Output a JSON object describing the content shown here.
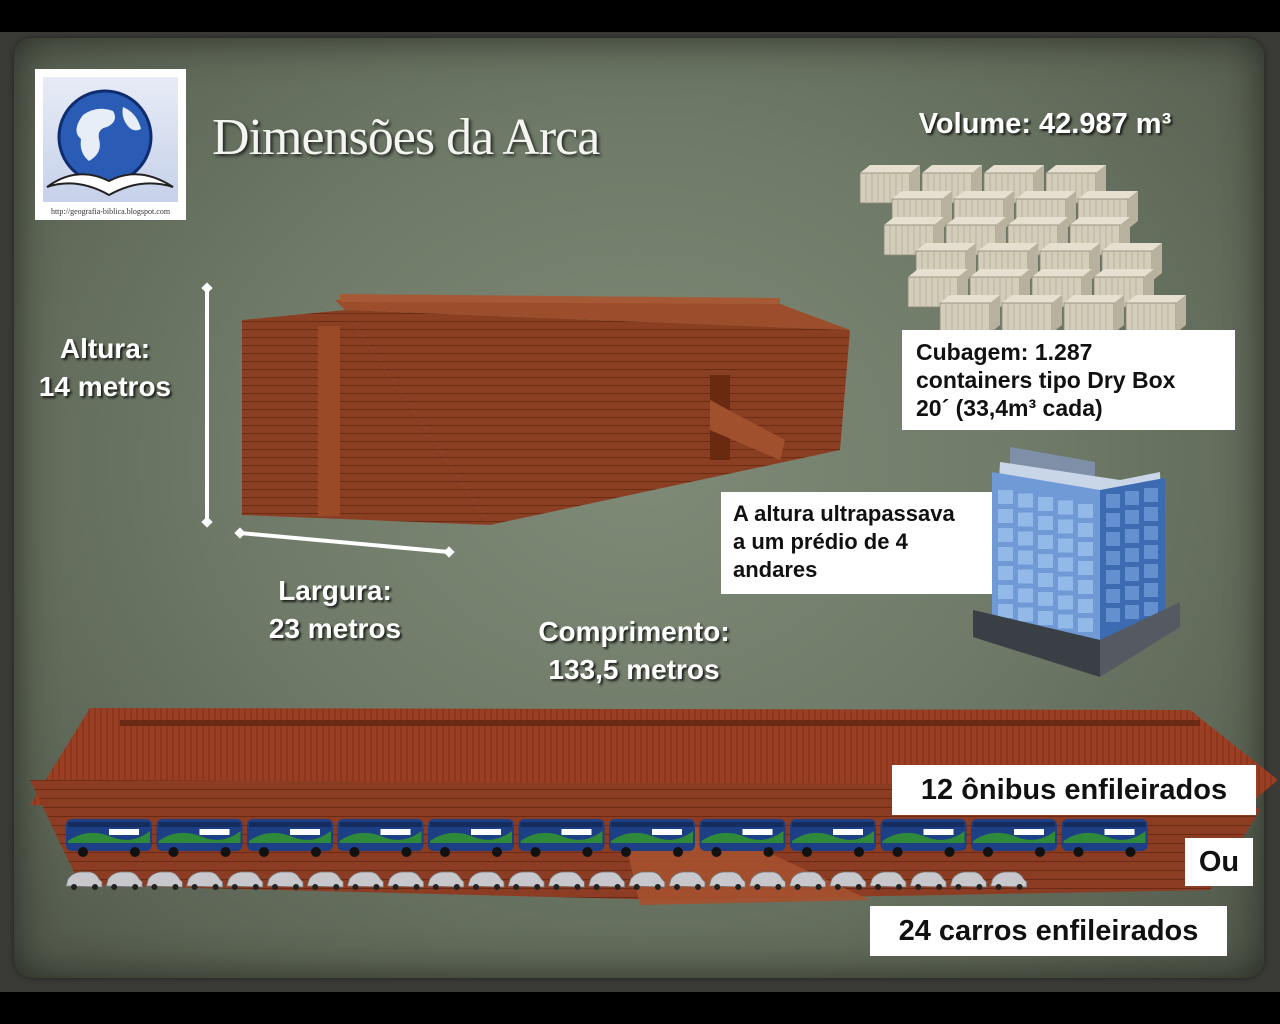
{
  "title": "Dimensões da Arca",
  "logo": {
    "url_text": "http://geografia-biblica.blogspot.com"
  },
  "volume": "Volume: 42.987 m³",
  "height_label": {
    "line1": "Altura:",
    "line2": "14 metros"
  },
  "width_label": {
    "line1": "Largura:",
    "line2": "23 metros"
  },
  "length_label": {
    "line1": "Comprimento:",
    "line2": "133,5 metros"
  },
  "cubage": {
    "line1": "Cubagem: 1.287",
    "line2": "containers tipo Dry Box",
    "line3": "20´ (33,4m³ cada)"
  },
  "building_note": {
    "line1": "A altura ultrapassava",
    "line2": "a um prédio de 4",
    "line3": "andares"
  },
  "buses_label": "12 ônibus enfileirados",
  "or_label": "Ou",
  "cars_label": "24 carros enfileirados",
  "colors": {
    "wood": "#8a3f24",
    "wood_dark": "#6a2e18",
    "parchment": "#707a69",
    "bus_blue": "#1d3f86",
    "bus_green": "#2e8a3a"
  },
  "counts": {
    "buses": 12,
    "cars": 24
  }
}
